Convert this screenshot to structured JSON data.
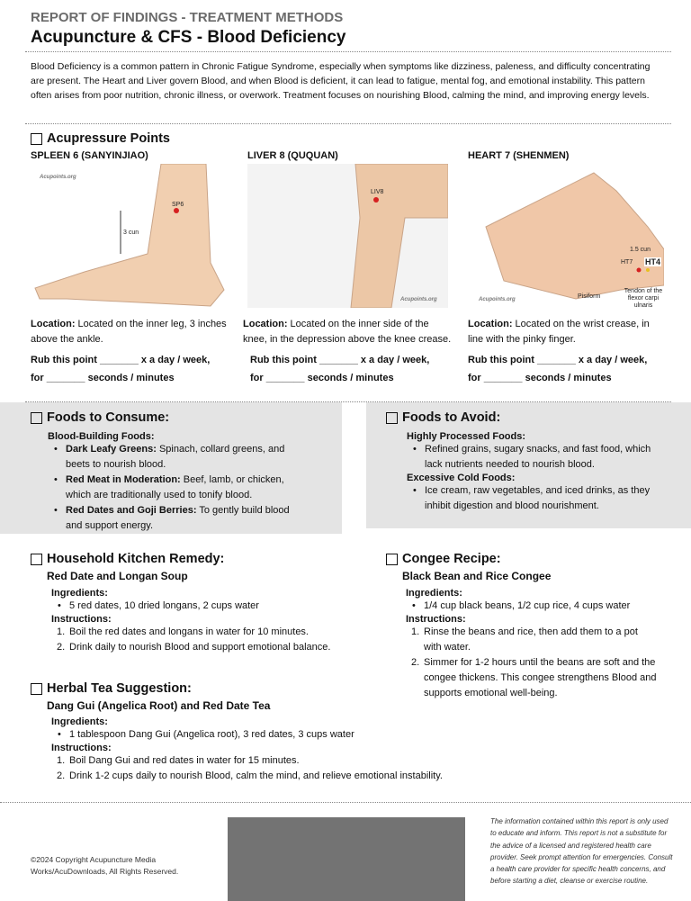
{
  "header": {
    "kicker": "REPORT OF FINDINGS - TREATMENT METHODS",
    "title": "Acupuncture & CFS - Blood Deficiency"
  },
  "intro": "Blood Deficiency is a common pattern in Chronic Fatigue Syndrome, especially when symptoms like dizziness, paleness, and difficulty concentrating are present. The Heart and Liver govern Blood, and when Blood is deficient, it can lead to fatigue, mental fog, and emotional instability. This pattern often arises from poor nutrition, chronic illness, or overwork. Treatment focuses on nourishing Blood, calming the mind, and improving energy levels.",
  "acupressure": {
    "heading": "Acupressure Points",
    "points": [
      {
        "name": "SPLEEN 6 (SANYINJIAO)",
        "loc_label": "Location:",
        "loc": " Located on the inner leg, 3 inches above the ankle.",
        "rub": "Rub this point _______ x a day / week,",
        "for": "for _______ seconds / minutes",
        "img_labels": {
          "watermark": "Acupoints.org",
          "point": "SP6",
          "measure": "3 cun"
        }
      },
      {
        "name": "LIVER 8 (QUQUAN)",
        "loc_label": "Location:",
        "loc": " Located on the inner side of the knee, in the depression above the knee crease.",
        "rub": "Rub this point _______ x a day / week,",
        "for": "for _______ seconds / minutes",
        "img_labels": {
          "watermark": "Acupoints.org",
          "point": "LIV8"
        }
      },
      {
        "name": "HEART 7 (SHENMEN)",
        "loc_label": "Location:",
        "loc": " Located on the wrist crease, in line with the pinky finger.",
        "rub": "Rub this point _______ x a day / week,",
        "for": "for _______ seconds / minutes",
        "img_labels": {
          "watermark": "Acupoints.org",
          "point": "HT7",
          "point2": "HT4",
          "measure": "1.5 cun",
          "pisiform": "Pisiform",
          "tendon": "Tendon of the flexor carpi ulnaris"
        }
      }
    ]
  },
  "consume": {
    "heading": "Foods to Consume:",
    "sub": "Blood-Building Foods:",
    "items": [
      {
        "b": "Dark Leafy Greens:",
        "t": " Spinach, collard greens, and beets to nourish blood."
      },
      {
        "b": "Red Meat in Moderation:",
        "t": " Beef, lamb, or chicken, which are traditionally used to tonify blood."
      },
      {
        "b": "Red Dates and Goji Berries:",
        "t": " To gently build blood and support energy."
      }
    ]
  },
  "avoid": {
    "heading": "Foods to Avoid:",
    "groups": [
      {
        "sub": "Highly Processed Foods:",
        "item": "Refined grains, sugary snacks, and fast food, which lack nutrients needed to nourish blood."
      },
      {
        "sub": "Excessive Cold Foods:",
        "item": " Ice cream, raw vegetables, and iced drinks, as they inhibit digestion and blood nourishment."
      }
    ]
  },
  "remedy": {
    "heading": "Household Kitchen Remedy:",
    "name": "Red Date and Longan Soup",
    "ing_label": "Ingredients:",
    "ing": "5 red dates, 10 dried longans, 2 cups water",
    "ins_label": "Instructions:",
    "steps": [
      "Boil the red dates and longans in water for 10 minutes.",
      "Drink daily to nourish Blood and support emotional balance."
    ]
  },
  "congee": {
    "heading": "Congee Recipe:",
    "name": "Black Bean and Rice Congee",
    "ing_label": "Ingredients:",
    "ing": "1/4 cup black beans, 1/2 cup rice, 4 cups water",
    "ins_label": "Instructions:",
    "steps": [
      "Rinse the beans and rice, then add them to a pot with water.",
      "Simmer for 1-2 hours until the beans are soft and the congee thickens. This congee strengthens Blood and supports emotional well-being."
    ]
  },
  "tea": {
    "heading": "Herbal Tea Suggestion:",
    "name": "Dang Gui (Angelica Root) and Red Date Tea",
    "ing_label": "Ingredients:",
    "ing": "1 tablespoon Dang Gui (Angelica root), 3 red dates, 3 cups water",
    "ins_label": "Instructions:",
    "steps": [
      "Boil Dang Gui and red dates in water for 15 minutes.",
      "Drink 1-2 cups daily to nourish Blood, calm the mind, and relieve emotional instability."
    ]
  },
  "footer": {
    "copyright": "©2024 Copyright Acupuncture Media Works/AcuDownloads, All Rights Reserved.",
    "disclaimer": "The information contained within this report is only used to educate and inform. This report is not a substitute for the advice of a licensed and registered health care provider. Seek prompt attention for emergencies. Consult a health care provider for specific health concerns, and before starting a diet, cleanse or exercise routine."
  },
  "colors": {
    "panel": "#e4e4e4",
    "footer_box": "#737373",
    "kicker": "#6b6b6b",
    "point": "#d62020"
  }
}
